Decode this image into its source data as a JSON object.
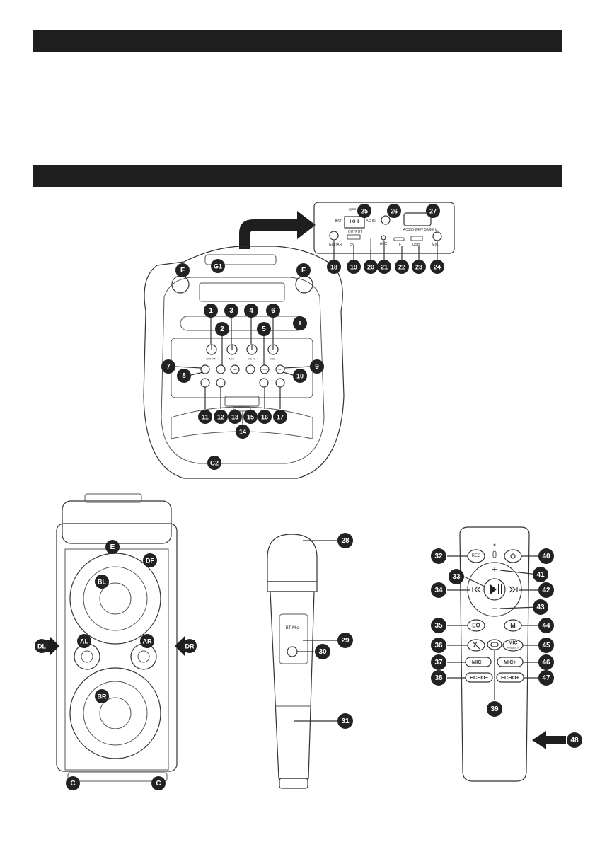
{
  "speaker_top": {
    "labels": [
      "F",
      "G1",
      "F",
      "I",
      "G2"
    ],
    "callouts": [
      "1",
      "2",
      "3",
      "4",
      "5",
      "6",
      "7",
      "8",
      "9",
      "10",
      "11",
      "12",
      "13",
      "14",
      "15",
      "16",
      "17"
    ],
    "knob_labels": [
      "- GUITAR +",
      "- MIC +",
      "- ECHO +",
      "- VOL +"
    ],
    "button_labels": [
      "REC",
      "MODE",
      "TWS"
    ]
  },
  "rear_panel": {
    "callouts": [
      "18",
      "19",
      "20",
      "21",
      "22",
      "23",
      "24",
      "25",
      "26",
      "27"
    ],
    "texts": {
      "off": "OFF",
      "bat": "BAT",
      "ac_in": "AC IN",
      "switch": "I O II",
      "ac_rating": "AC100-240V 50/60Hz",
      "output": "OUTPUT",
      "five_v": "5V",
      "guitar": "GUITAR",
      "aux": "AUX",
      "tf": "TF",
      "usb": "USB",
      "mic": "MIC"
    }
  },
  "speaker_front": {
    "labels": [
      "E",
      "DF",
      "BL",
      "AL",
      "AR",
      "BR",
      "DL",
      "DR",
      "C",
      "C"
    ]
  },
  "microphone": {
    "callouts": [
      "28",
      "29",
      "30",
      "31"
    ],
    "body_text": "BT Mic"
  },
  "remote": {
    "callouts": [
      "32",
      "33",
      "34",
      "35",
      "36",
      "37",
      "38",
      "39",
      "40",
      "41",
      "42",
      "43",
      "44",
      "45",
      "46",
      "47",
      "48"
    ],
    "buttons": {
      "rec": "REC",
      "plus": "+",
      "minus": "−",
      "eq": "EQ",
      "m": "M",
      "mic_priority_top": "MIC",
      "mic_priority_sub": "PRIORITY",
      "mic_minus": "MIC−",
      "mic_plus": "MIC+",
      "echo_minus": "ECHO−",
      "echo_plus": "ECHO+"
    }
  }
}
